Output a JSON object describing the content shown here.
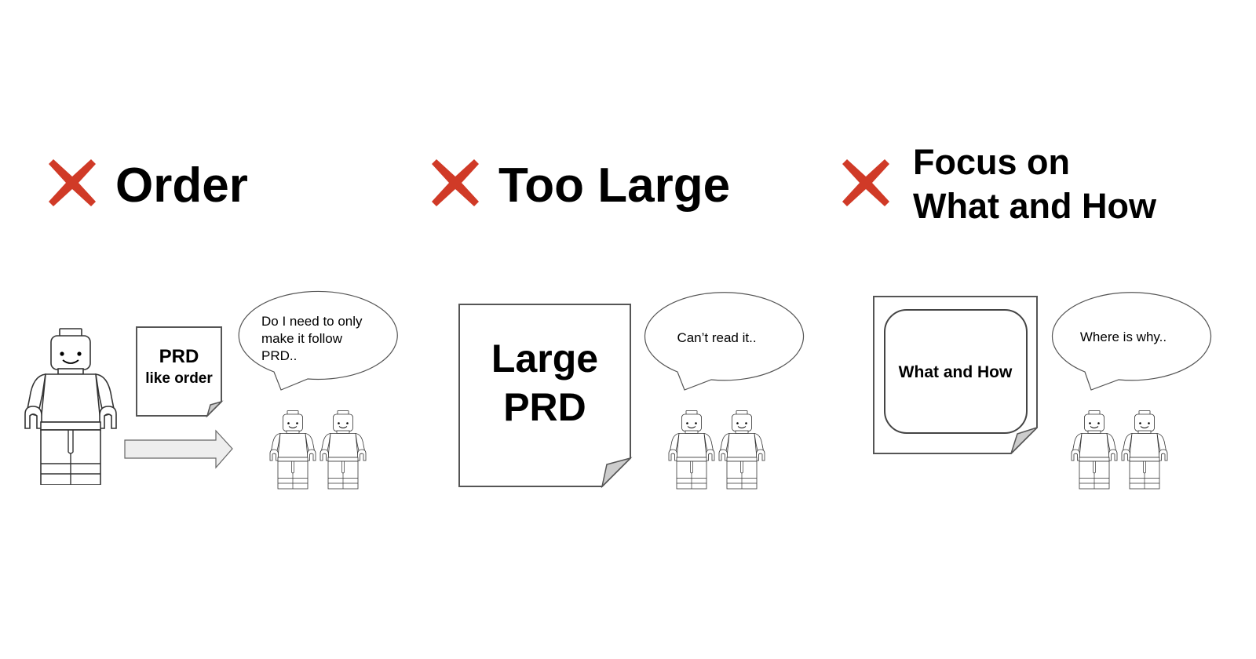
{
  "colors": {
    "cross": "#d03a27",
    "fold": "#cccccc",
    "arrow_fill": "#eeeeee"
  },
  "panels": [
    {
      "icon": "cross-icon",
      "heading": [
        "Order"
      ],
      "document": [
        "PRD",
        "like order"
      ],
      "speech": [
        "Do I need to only",
        "make it follow",
        "PRD.."
      ]
    },
    {
      "icon": "cross-icon",
      "heading": [
        "Too Large"
      ],
      "document": [
        "Large",
        "PRD"
      ],
      "speech": [
        "Can’t read it.."
      ]
    },
    {
      "icon": "cross-icon",
      "heading": [
        "Focus on",
        "What and How"
      ],
      "document": [
        "What and How"
      ],
      "speech": [
        "Where is why.."
      ]
    }
  ]
}
